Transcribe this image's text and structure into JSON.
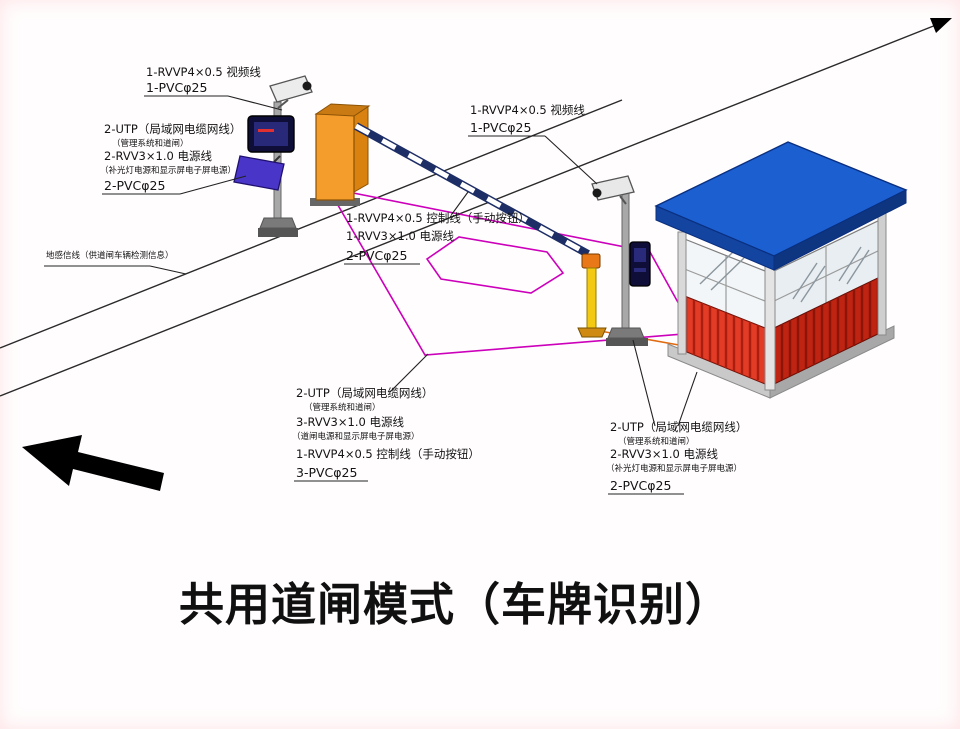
{
  "title": "共用道闸模式（车牌识别）",
  "colors": {
    "roof_blue": "#1b5fd0",
    "roof_edge_front": "#1244a0",
    "roof_edge_side": "#0d3580",
    "booth_red_front": "#e23b26",
    "booth_red_side": "#bf2413",
    "barrier_orange": "#f49c2c",
    "barrier_orange_dark": "#d9820f",
    "arm_navy": "#1d2d66",
    "zone_magenta": "#cc00bb",
    "floodlight_violet": "#4936c8",
    "bollard_yellow": "#f3c913",
    "connector_orange": "#e06a10"
  },
  "labels": {
    "cam_left": {
      "lines": [
        "1-RVVP4×0.5 视频线",
        "1-PVCφ25"
      ]
    },
    "utp_left": {
      "lines": [
        "2-UTP（局域网电缆网线）",
        "（管理系统和道闸）",
        "2-RVV3×1.0 电源线",
        "（补光灯电源和显示屏电子屏电源）",
        "2-PVCφ25"
      ]
    },
    "ground_loop": {
      "lines": [
        "地感信线（供道闸车辆检测信息）"
      ]
    },
    "barrier": {
      "lines": [
        "1-RVVP4×0.5 控制线（手动按钮）",
        "1-RVV3×1.0 电源线",
        "2-PVCφ25"
      ]
    },
    "cam_right": {
      "lines": [
        "1-RVVP4×0.5 视频线",
        "1-PVCφ25"
      ]
    },
    "utp_mid": {
      "lines": [
        "2-UTP（局域网电缆网线）",
        "（管理系统和道闸）",
        "3-RVV3×1.0 电源线",
        "（道闸电源和显示屏电子屏电源）",
        "1-RVVP4×0.5 控制线（手动按钮）",
        "3-PVCφ25"
      ]
    },
    "utp_booth": {
      "lines": [
        "2-UTP（局域网电缆网线）",
        "（管理系统和道闸）",
        "2-RVV3×1.0 电源线",
        "（补光灯电源和显示屏电子屏电源）",
        "2-PVCφ25"
      ]
    }
  }
}
